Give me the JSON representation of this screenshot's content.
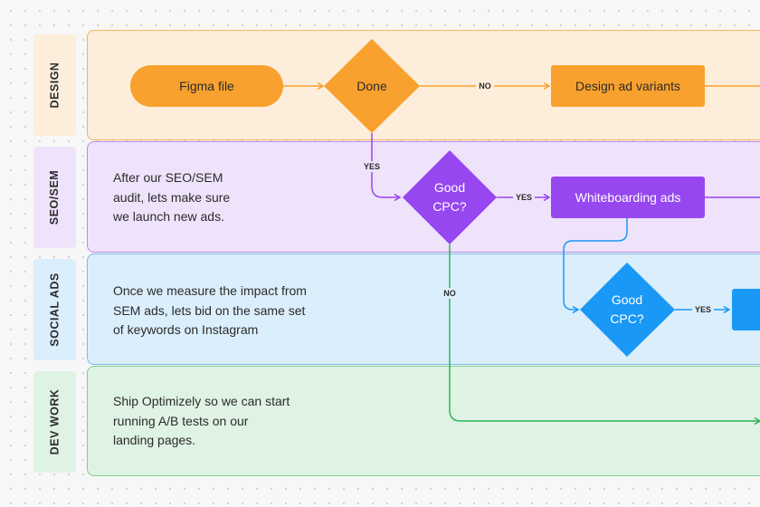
{
  "lanes": [
    {
      "key": "design",
      "label": "DESIGN",
      "note": "",
      "fill": "#fdeedb",
      "border": "#f5b25a",
      "label_fill": "#fdeedb"
    },
    {
      "key": "seo",
      "label": "SEO/SEM",
      "note_lines": [
        "After our SEO/SEM",
        "audit, lets make sure",
        "we launch new ads."
      ],
      "fill": "#efe3fb",
      "border": "#b58be6",
      "label_fill": "#efe3fb"
    },
    {
      "key": "social",
      "label": "SOCIAL ADS",
      "note_lines": [
        "Once we measure the impact from",
        "SEM ads, lets bid on the same set",
        "of keywords on Instagram"
      ],
      "fill": "#dbeefc",
      "border": "#78b9ef",
      "label_fill": "#dbeefc"
    },
    {
      "key": "dev",
      "label": "DEV WORK",
      "note_lines": [
        "Ship Optimizely so we can start",
        "running A/B tests on our",
        "landing pages."
      ],
      "fill": "#dff3e4",
      "border": "#7fce95",
      "label_fill": "#dff3e4"
    }
  ],
  "nodes": {
    "figma_file": "Figma file",
    "done": "Done",
    "design_variants": "Design ad variants",
    "good_cpc_1": [
      "Good",
      "CPC?"
    ],
    "whiteboarding": "Whiteboarding ads",
    "good_cpc_2": [
      "Good",
      "CPC?"
    ]
  },
  "edge_labels": {
    "no_1": "NO",
    "yes_1": "YES",
    "yes_2": "YES",
    "no_2": "NO",
    "yes_3": "YES"
  },
  "colors": {
    "orange": "#f9a12e",
    "purple": "#9747ef",
    "blue": "#1a98f5",
    "green": "#2eb35a"
  }
}
